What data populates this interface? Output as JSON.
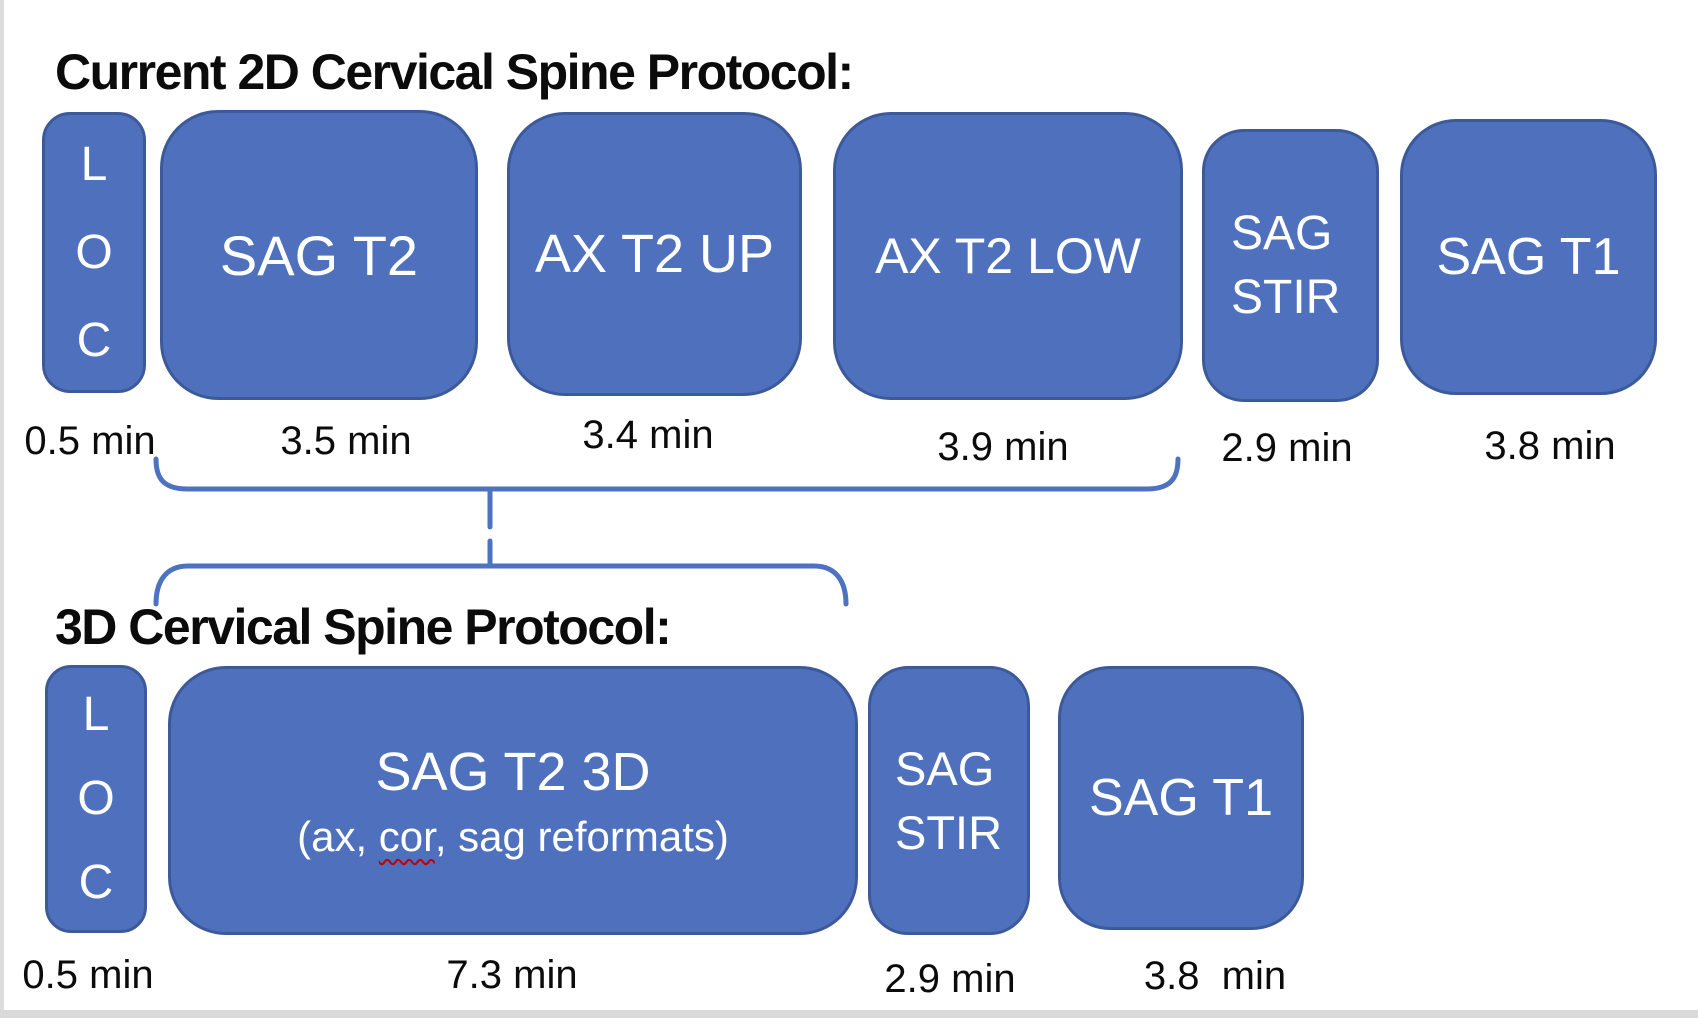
{
  "colors": {
    "box_fill": "#4F71BD",
    "box_border": "#3C5A9A",
    "brace": "#4C72C0",
    "box_text": "#FFFFFF",
    "label_text": "#0B0B0B",
    "misspell_underline": "#C00000",
    "frame_gray": "#D9D9D9"
  },
  "top_protocol": {
    "title": "Current 2D Cervical Spine Protocol:",
    "boxes": [
      {
        "name": "loc",
        "line1": "L",
        "line2": "O",
        "line3": "C",
        "time": "0.5 min"
      },
      {
        "name": "sag-t2",
        "label": "SAG T2",
        "time": "3.5 min"
      },
      {
        "name": "ax-t2-up",
        "label": "AX T2 UP",
        "time": "3.4 min"
      },
      {
        "name": "ax-t2-low",
        "label": "AX T2 LOW",
        "time": "3.9 min"
      },
      {
        "name": "sag-stir",
        "line1": "SAG",
        "line2": "STIR",
        "time": "2.9 min"
      },
      {
        "name": "sag-t1",
        "label": "SAG T1",
        "time": "3.8 min"
      }
    ]
  },
  "bottom_protocol": {
    "title": "3D Cervical Spine Protocol:",
    "boxes": [
      {
        "name": "loc",
        "line1": "L",
        "line2": "O",
        "line3": "C",
        "time": "0.5 min"
      },
      {
        "name": "sag-t2-3d",
        "label": "SAG T2 3D",
        "subtitle_before": "(ax, ",
        "subtitle_word": "cor",
        "subtitle_after": ", sag reformats)",
        "time": "7.3 min"
      },
      {
        "name": "sag-stir",
        "line1": "SAG",
        "line2": "STIR",
        "time": "2.9 min"
      },
      {
        "name": "sag-t1",
        "label": "SAG T1",
        "time": "3.8  min"
      }
    ]
  }
}
